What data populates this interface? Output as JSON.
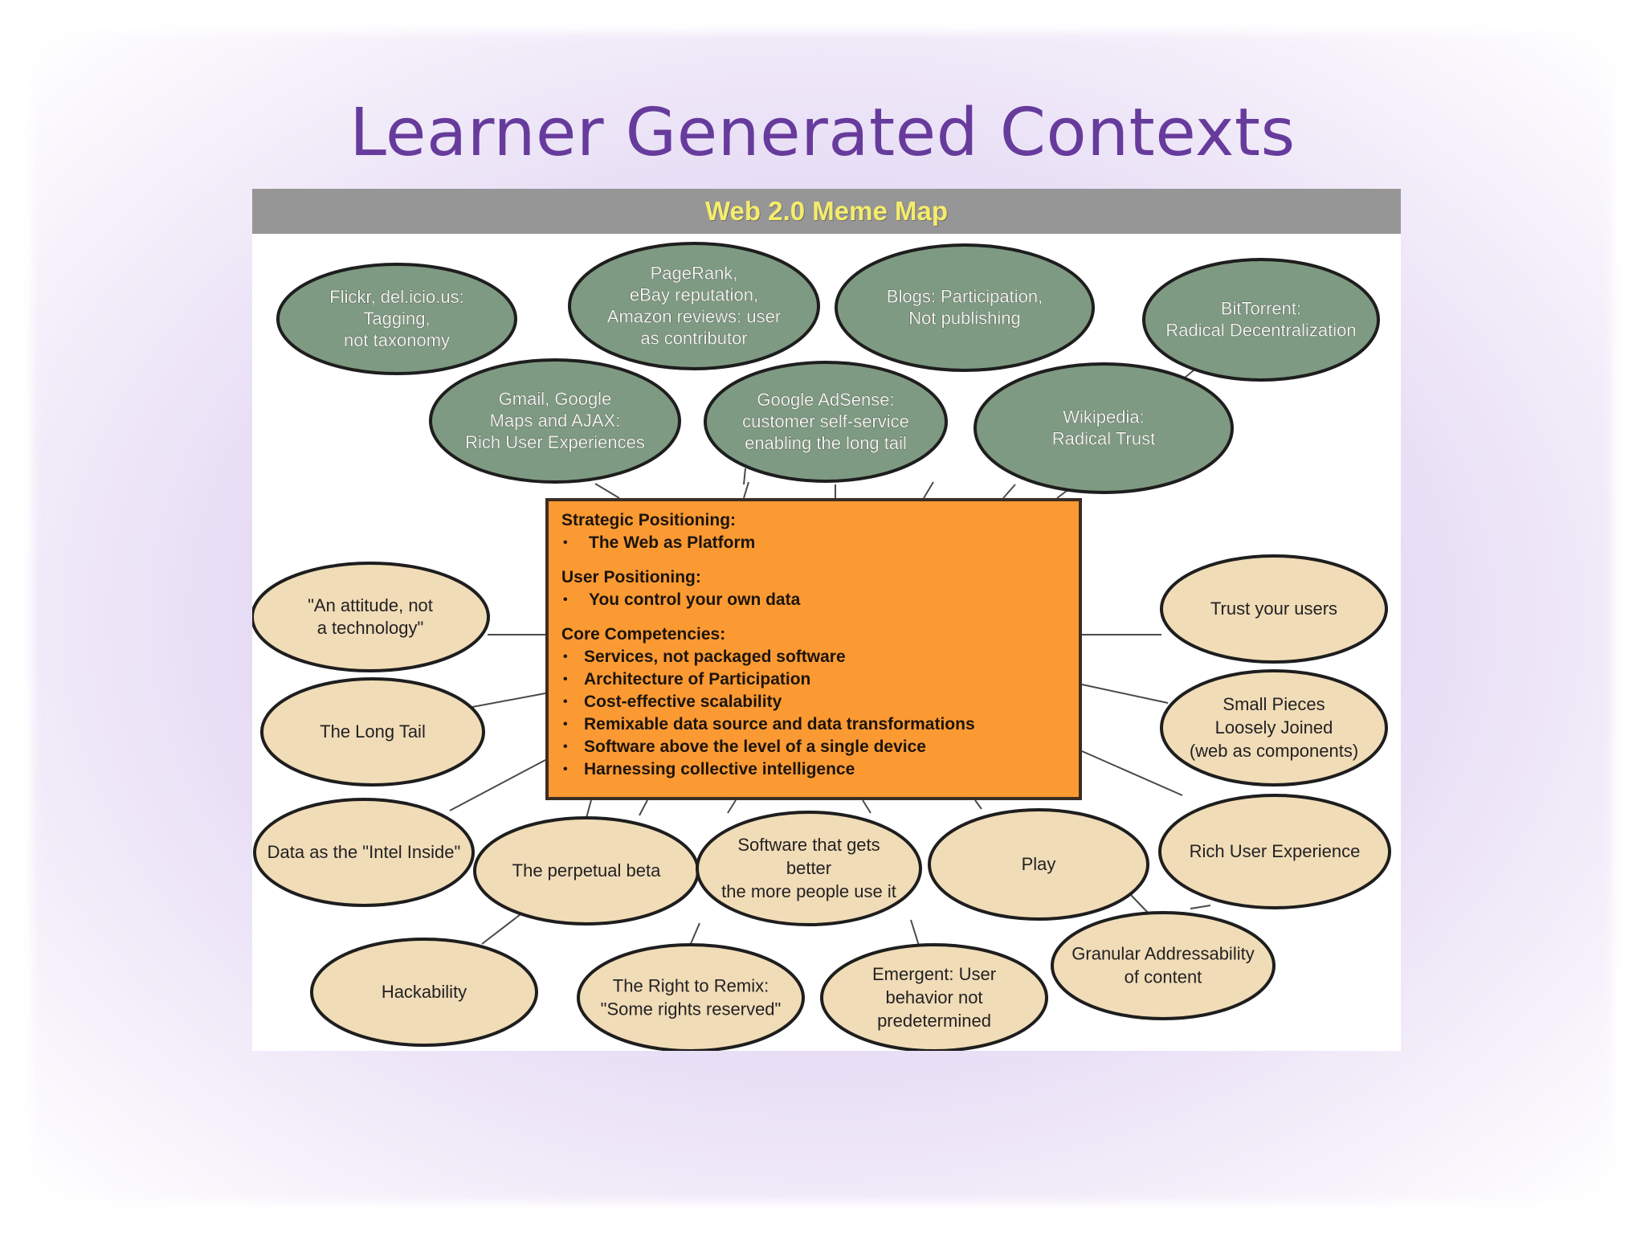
{
  "slide": {
    "title": "Learner Generated Contexts"
  },
  "diagram": {
    "title": "Web 2.0 Meme Map",
    "top_nodes": [
      {
        "id": "flickr",
        "lines": [
          "Flickr, del.icio.us:",
          "Tagging,",
          "not taxonomy"
        ]
      },
      {
        "id": "pagerank",
        "lines": [
          "PageRank,",
          "eBay reputation,",
          "Amazon reviews:  user",
          "as contributor"
        ]
      },
      {
        "id": "blogs",
        "lines": [
          "Blogs:  Participation,",
          "Not publishing"
        ]
      },
      {
        "id": "bittorrent",
        "lines": [
          "BitTorrent:",
          "Radical Decentralization"
        ]
      },
      {
        "id": "gmail",
        "lines": [
          "Gmail, Google",
          "Maps and AJAX:",
          "Rich User Experiences"
        ]
      },
      {
        "id": "adsense",
        "lines": [
          "Google AdSense:",
          "customer self-service",
          "enabling the long tail"
        ]
      },
      {
        "id": "wikipedia",
        "lines": [
          "Wikipedia:",
          "Radical Trust"
        ]
      }
    ],
    "center": {
      "sections": [
        {
          "heading": "Strategic Positioning:",
          "items": [
            "The Web as Platform"
          ]
        },
        {
          "heading": "User Positioning:",
          "items": [
            "You control your own data"
          ]
        },
        {
          "heading": "Core Competencies:",
          "items": [
            "Services, not packaged software",
            "Architecture of Participation",
            "Cost-effective scalability",
            "Remixable data source and data transformations",
            "Software above the level of a single device",
            "Harnessing collective intelligence"
          ]
        }
      ]
    },
    "bottom_nodes": [
      {
        "id": "attitude",
        "lines": [
          "\"An attitude, not",
          "a technology\""
        ]
      },
      {
        "id": "longtail",
        "lines": [
          "The Long Tail"
        ]
      },
      {
        "id": "intel",
        "lines": [
          "Data as the \"Intel Inside\""
        ]
      },
      {
        "id": "beta",
        "lines": [
          "The perpetual beta"
        ]
      },
      {
        "id": "software",
        "lines": [
          "Software that gets",
          "better",
          "the more people use it"
        ]
      },
      {
        "id": "play",
        "lines": [
          "Play"
        ]
      },
      {
        "id": "trust",
        "lines": [
          "Trust your users"
        ]
      },
      {
        "id": "smallpieces",
        "lines": [
          "Small Pieces",
          "Loosely Joined",
          "(web as components)"
        ]
      },
      {
        "id": "richux",
        "lines": [
          "Rich User Experience"
        ]
      },
      {
        "id": "hackability",
        "lines": [
          "Hackability"
        ]
      },
      {
        "id": "remix",
        "lines": [
          "The Right to Remix:",
          "\"Some rights reserved\""
        ]
      },
      {
        "id": "emergent",
        "lines": [
          "Emergent:  User",
          "behavior not",
          "predetermined"
        ]
      },
      {
        "id": "granular",
        "lines": [
          "Granular Addressability",
          "of content"
        ]
      }
    ],
    "colors": {
      "green_node": "#7f9a82",
      "tan_node": "#f1dcb8",
      "center_box": "#fb9a33",
      "header_bar": "#969696",
      "title": "#673b9c"
    }
  }
}
